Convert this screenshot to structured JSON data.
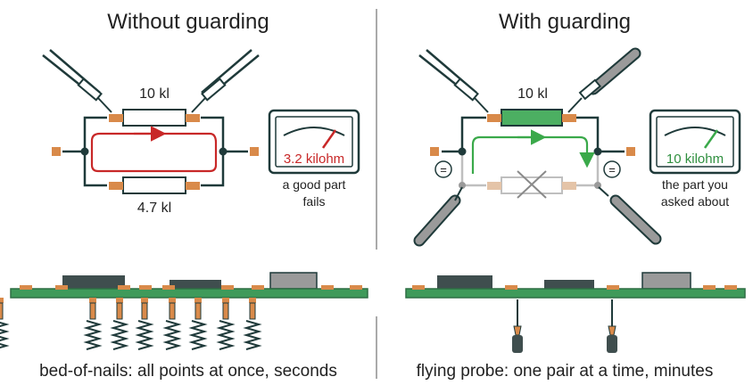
{
  "left": {
    "title": "Without guarding",
    "top_resistor_label": "10 kl",
    "bottom_resistor_label": "4.7 kl",
    "meter_reading": "3.2 kilohm",
    "meter_caption_line1": "a good part",
    "meter_caption_line2": "fails",
    "footer": "bed-of-nails: all points at once, seconds"
  },
  "right": {
    "title": "With guarding",
    "top_resistor_label": "10 kl",
    "meter_reading": "10 kilohm",
    "meter_caption_line1": "the part you",
    "meter_caption_line2": "asked about",
    "guard_symbol": "=",
    "footer": "flying probe: one pair at a time, minutes"
  },
  "colors": {
    "wire": "#1f3a3a",
    "pad": "#d98a4a",
    "red_path": "#c82828",
    "green_path": "#3aa94a",
    "green_resistor": "#4caf62",
    "pcb": "#3f9a5a",
    "pcb_dark": "#2e6e44",
    "probe": "#9a9a9a",
    "ghost": "#bfbfbf"
  },
  "icons": [
    "test-probe-icon",
    "meter-icon",
    "spring-pin-icon",
    "flying-probe-icon",
    "guard-icon",
    "x-icon"
  ]
}
